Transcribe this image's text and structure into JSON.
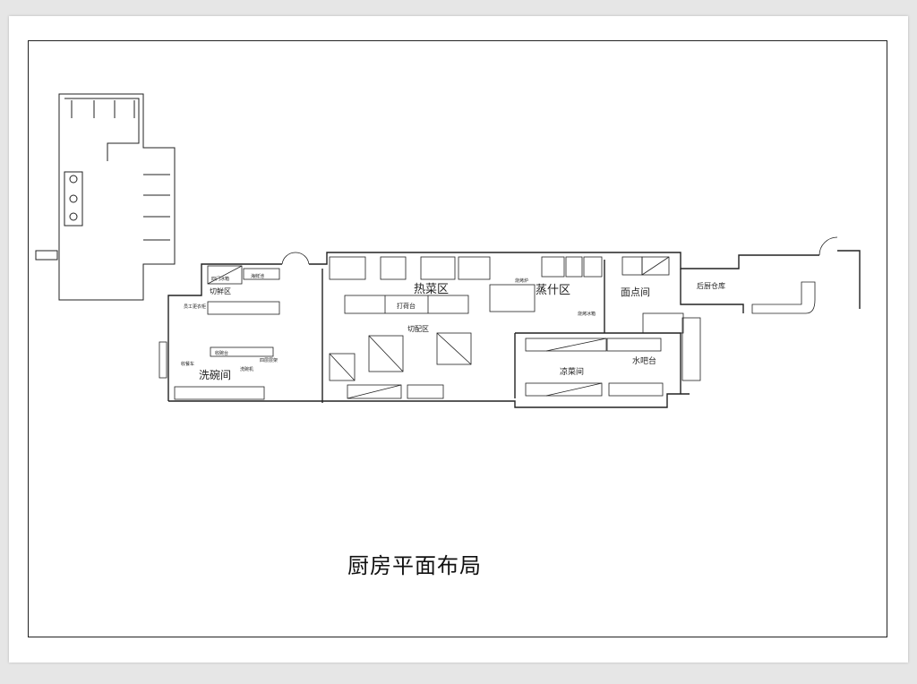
{
  "title": "厨房平面布局",
  "zones": {
    "hot_dish": "热菜区",
    "steam": "蒸什区",
    "pastry": "面点间",
    "storage": "后厨仓库",
    "prep": "切配区",
    "dishwash": "洗碗间",
    "cold_dish": "凉菜间",
    "water_bar": "水吧台",
    "seafood_cut": "切鲜区",
    "counter": "打荷台"
  },
  "equipment": {
    "lockers": "员工更衣柜",
    "fridge4": "四门冰箱",
    "seafood_tank": "海鲜池",
    "cart": "收餐车",
    "dishwasher": "洗碗机",
    "bowl_table": "收碗台",
    "shelf4": "四层层架",
    "roaster": "烧烤炉",
    "fridge": "烧烤冰箱"
  },
  "colors": {
    "line": "#222222",
    "background": "#e6e6e6",
    "sheet": "#ffffff"
  }
}
